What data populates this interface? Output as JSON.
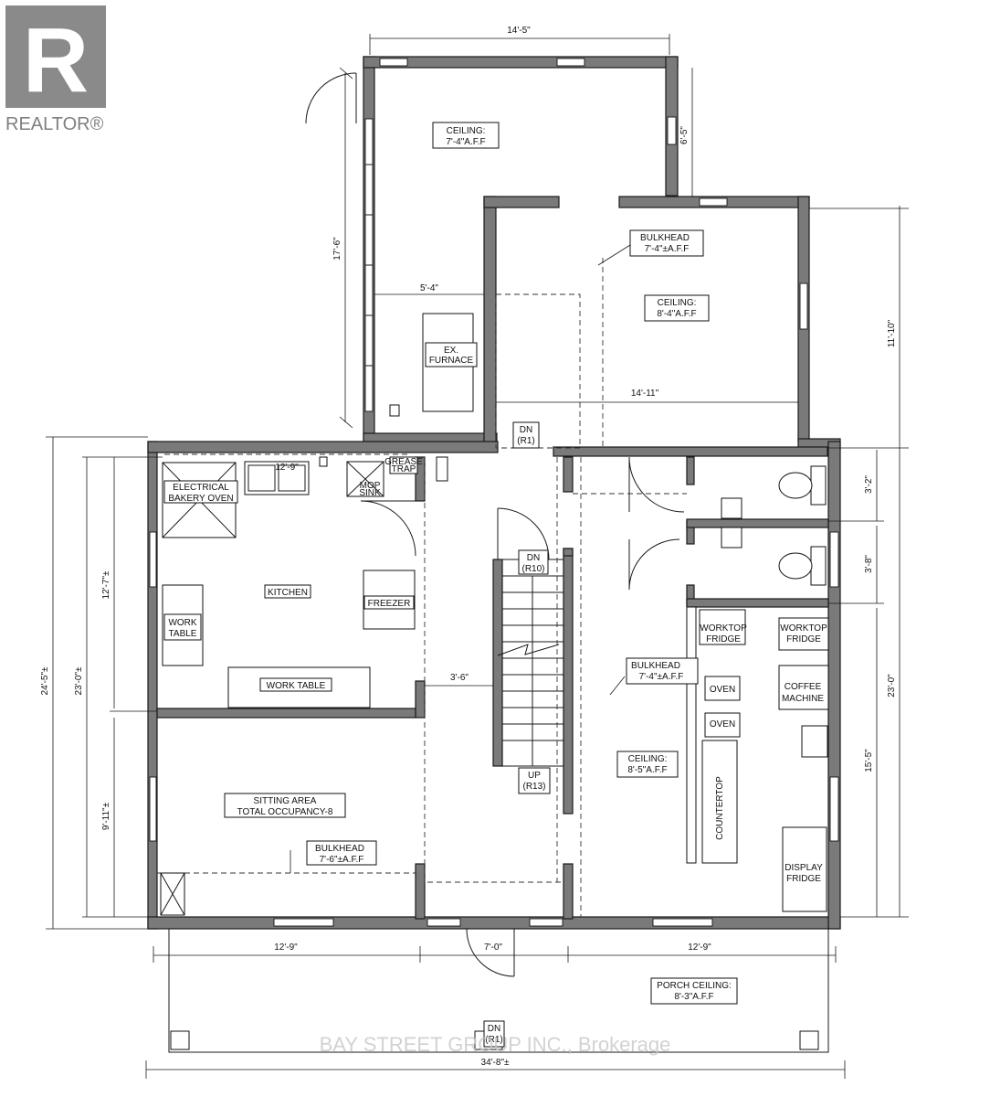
{
  "brand": {
    "logo_letter": "R",
    "logo_text": "REALTOR®",
    "logo_color": "#8a8a8a"
  },
  "watermark": "BAY STREET GROUP INC., Brokerage",
  "dimensions": {
    "top_width": "14'-5\"",
    "top_left_height": "17'-6\"",
    "top_right_small": "6'-5\"",
    "furnace_width": "5'-4\"",
    "room_width": "14'-11\"",
    "right_height": "11'-10\"",
    "kitchen_width": "12'-9\"",
    "left_total": "24'-5\"±",
    "left_mid": "23'-0\"±",
    "kitchen_height": "12'-7\"±",
    "sitting_height": "9'-11\"±",
    "hall_width": "3'-6\"",
    "wc1": "3'-2\"",
    "wc2": "3'-8\"",
    "right_total": "23'-0\"",
    "right_lower": "15'-5\"",
    "bottom_left": "12'-9\"",
    "bottom_mid": "7'-0\"",
    "bottom_right": "12'-9\"",
    "overall_width": "34'-8\"±"
  },
  "labels": {
    "ceiling_top_1": "CEILING:",
    "ceiling_top_2": "7'-4\"A.F.F",
    "bulkhead_top_1": "BULKHEAD",
    "bulkhead_top_2": "7'-4\"±A.F.F",
    "ceiling_right_1": "CEILING:",
    "ceiling_right_2": "8'-4\"A.F.F",
    "furnace_1": "EX.",
    "furnace_2": "FURNACE",
    "dn_r1_1": "DN",
    "dn_r1_2": "(R1)",
    "oven_1": "ELECTRICAL",
    "oven_2": "BAKERY OVEN",
    "grease_1": "GREASE",
    "grease_2": "TRAP",
    "mop_1": "MOP",
    "mop_2": "SINK",
    "kitchen": "KITCHEN",
    "freezer": "FREEZER",
    "work_table_a_1": "WORK",
    "work_table_a_2": "TABLE",
    "work_table_b": "WORK TABLE",
    "dn_r10_1": "DN",
    "dn_r10_2": "(R10)",
    "up_r13_1": "UP",
    "up_r13_2": "(R13)",
    "sitting_1": "SITTING AREA",
    "sitting_2": "TOTAL OCCUPANCY-8",
    "bulkhead_sit_1": "BULKHEAD",
    "bulkhead_sit_2": "7'-6\"±A.F.F",
    "bulkhead_mid_1": "BULKHEAD",
    "bulkhead_mid_2": "7'-4\"±A.F.F",
    "ceiling_mid_1": "CEILING:",
    "ceiling_mid_2": "8'-5\"A.F.F",
    "worktop_fridge_a_1": "WORKTOP",
    "worktop_fridge_a_2": "FRIDGE",
    "worktop_fridge_b_1": "WORKTOP",
    "worktop_fridge_b_2": "FRIDGE",
    "oven_a": "OVEN",
    "oven_b": "OVEN",
    "coffee_1": "COFFEE",
    "coffee_2": "MACHINE",
    "countertop": "COUNTERTOP",
    "display_1": "DISPLAY",
    "display_2": "FRIDGE",
    "porch_1": "PORCH CEILING:",
    "porch_2": "8'-3\"A.F.F",
    "dn_porch_1": "DN",
    "dn_porch_2": "(R1)"
  }
}
